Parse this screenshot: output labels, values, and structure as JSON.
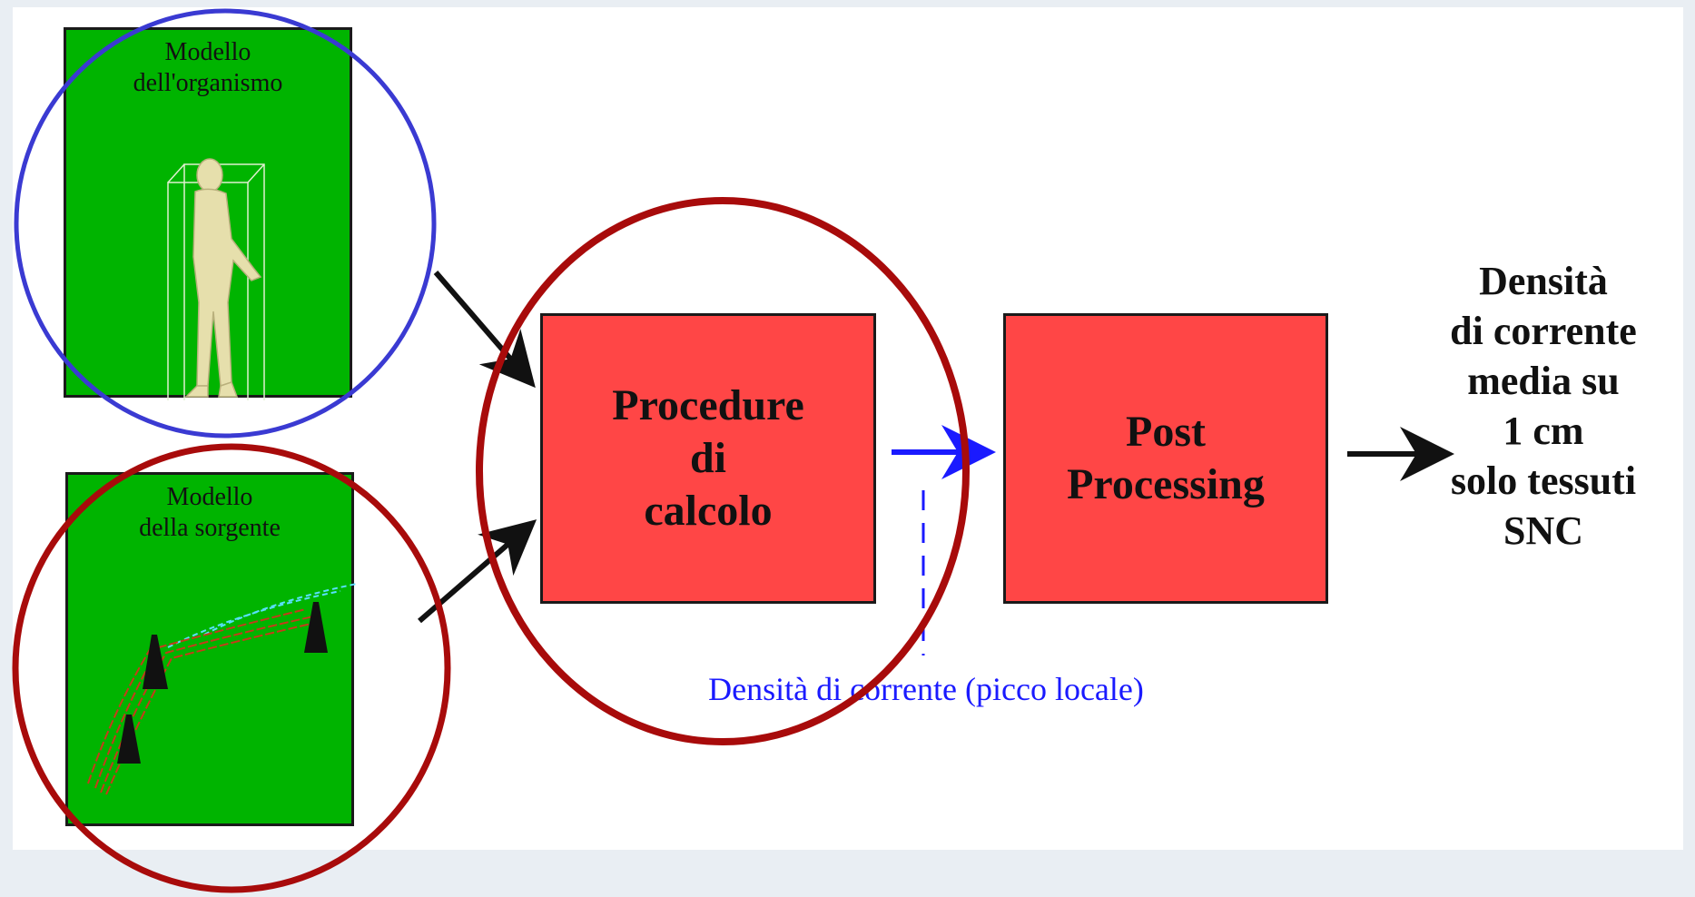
{
  "diagram": {
    "organism_model": {
      "label": "Modello\ndell'organismo"
    },
    "source_model": {
      "label": "Modello\ndella sorgente"
    },
    "calculation": {
      "label": "Procedure\ndi\ncalcolo"
    },
    "post_processing": {
      "label": "Post\nProcessing"
    },
    "output": {
      "label": "Densità\ndi corrente\nmedia su\n1 cm\nsolo tessuti\nSNC"
    },
    "intermediate_caption": "Densità di corrente (picco locale)"
  },
  "colors": {
    "model_fill": "#00b400",
    "process_fill": "#ff4646",
    "highlight_blue": "#3a3ad2",
    "highlight_red": "#a80b0b",
    "intermediate_arrow": "#1a1aff"
  }
}
